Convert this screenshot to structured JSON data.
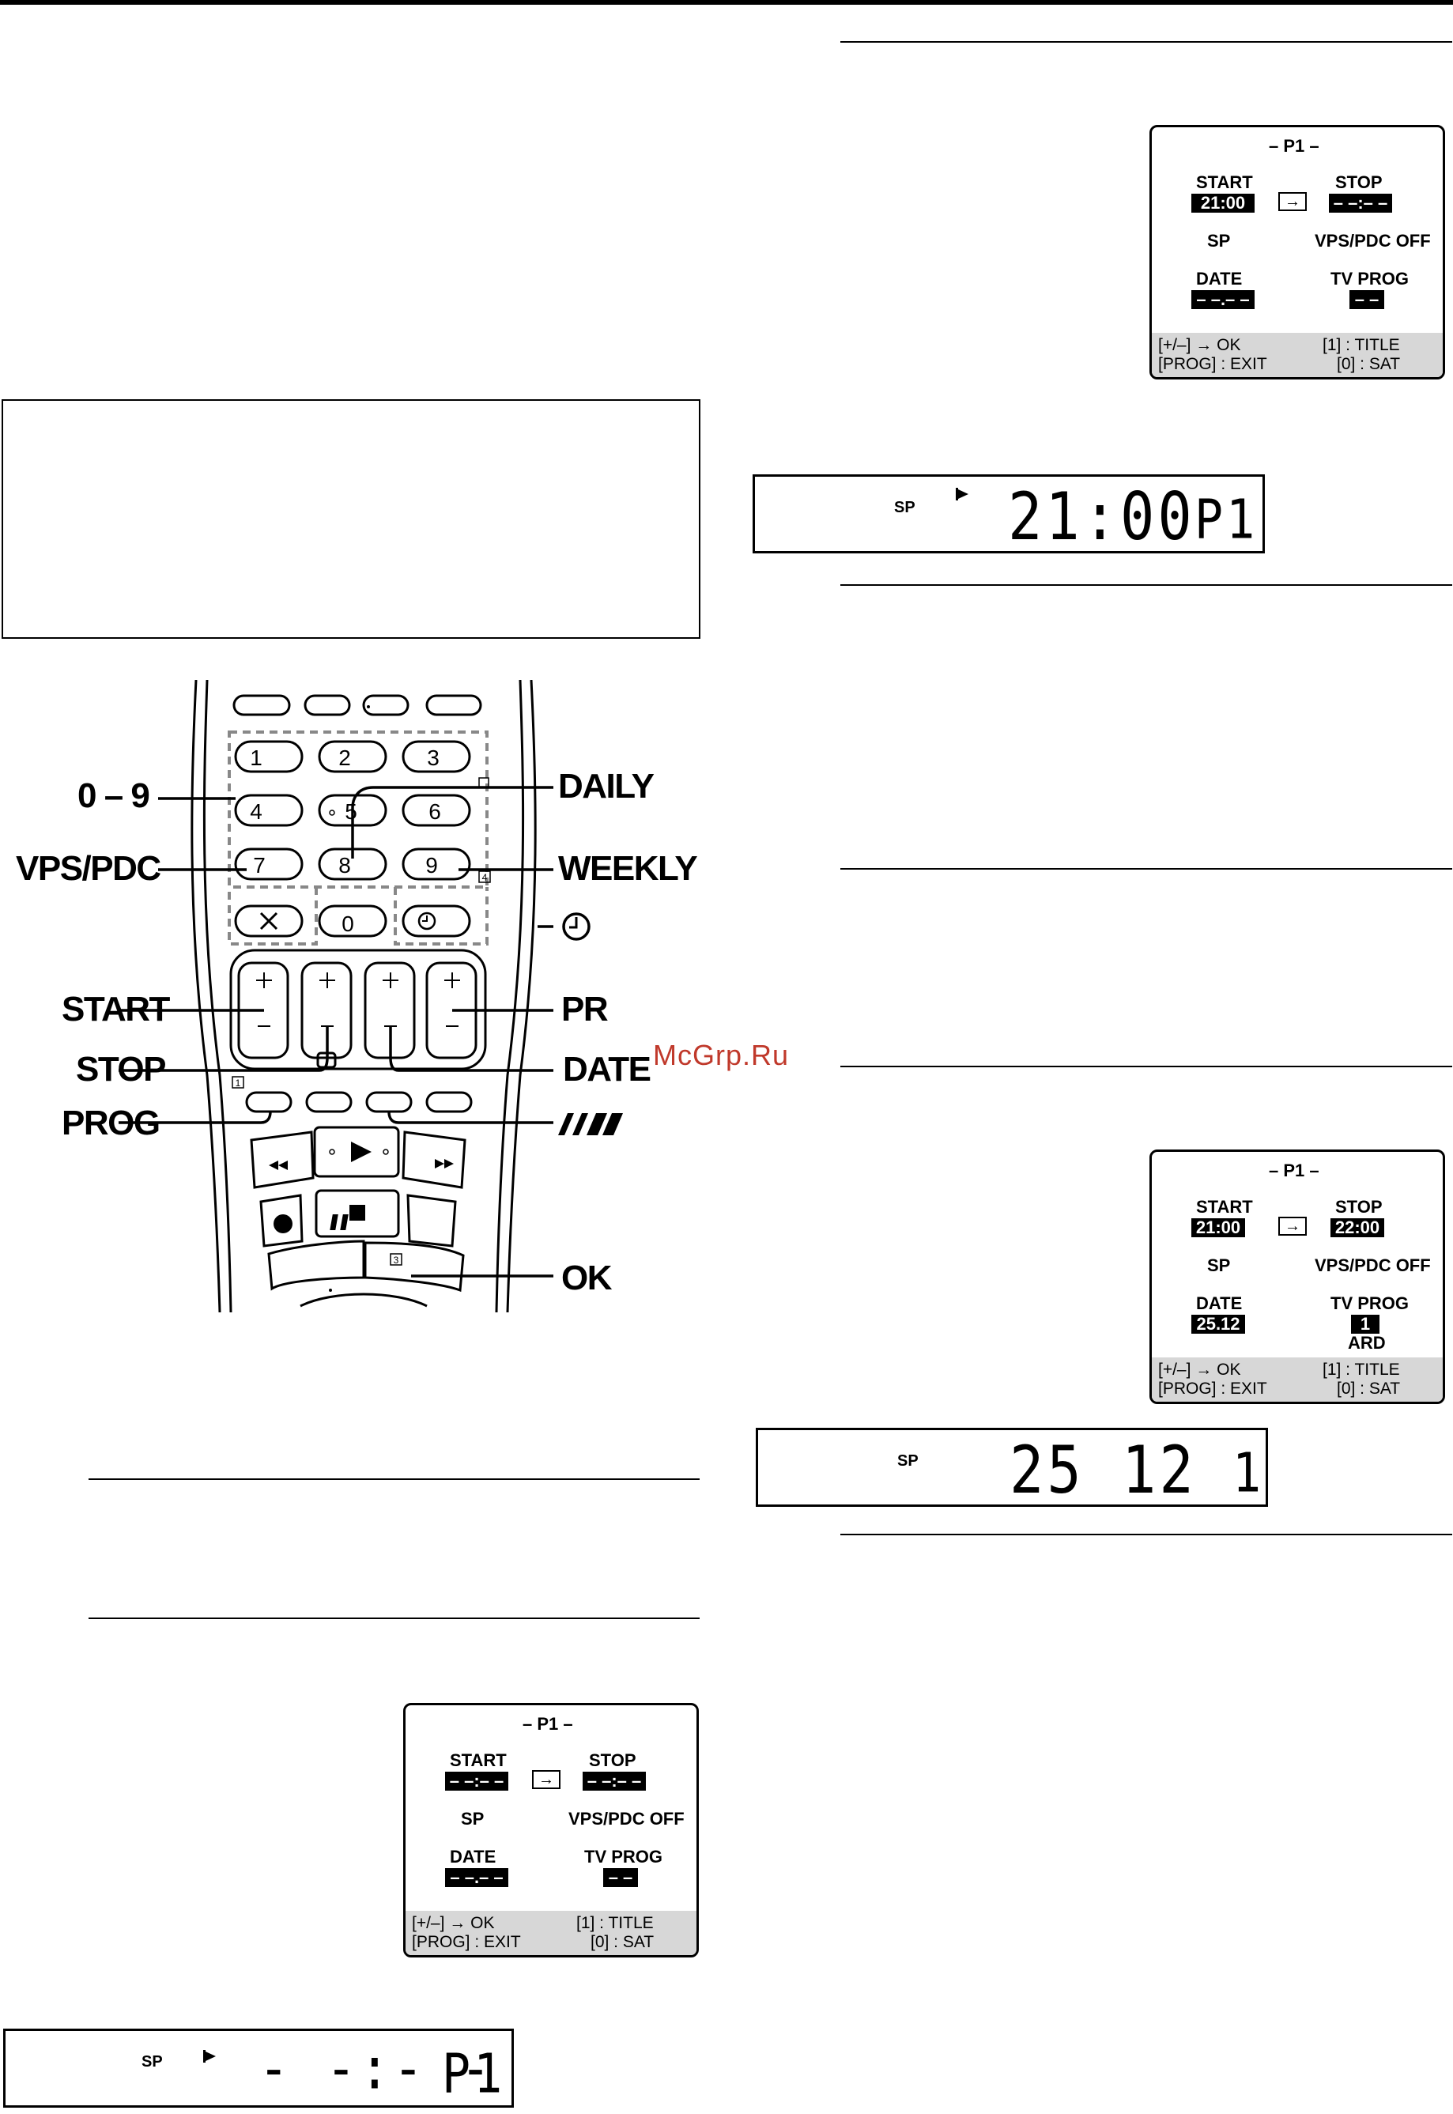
{
  "remote": {
    "labels": {
      "digits": "0 – 9",
      "vps_pdc": "VPS/PDC",
      "start": "START",
      "stop": "STOP",
      "prog": "PROG",
      "daily": "DAILY",
      "weekly": "WEEKLY",
      "pr": "PR",
      "date": "DATE",
      "ok": "OK"
    },
    "keys": [
      "1",
      "2",
      "3",
      "4",
      "5",
      "6",
      "7",
      "8",
      "9",
      "0"
    ],
    "small_marks": {
      "one": "1",
      "three": "3",
      "four": "4"
    },
    "icons": [
      "cancel-icon",
      "timer-icon",
      "clock-icon",
      "rewind-icon",
      "play-icon",
      "fast-forward-icon",
      "record-icon",
      "stop-icon",
      "pause-icon",
      "slash-icon"
    ]
  },
  "watermark": "McGrp.Ru",
  "screens": [
    {
      "title": "– P1 –",
      "start_label": "START",
      "start_value": "– –:– –",
      "stop_label": "STOP",
      "stop_value": "– –:– –",
      "mode": "SP",
      "vps": "VPS/PDC OFF",
      "date_label": "DATE",
      "date_value": "– –.– –",
      "tvprog_label": "TV PROG",
      "tvprog_value": "– –",
      "station": "",
      "foot_l1": "[+/–] → OK",
      "foot_r1": "[1] : TITLE",
      "foot_l2": "[PROG] : EXIT",
      "foot_r2": "[0] : SAT"
    },
    {
      "title": "– P1 –",
      "start_label": "START",
      "start_value": "21:00",
      "stop_label": "STOP",
      "stop_value": "– –:– –",
      "mode": "SP",
      "vps": "VPS/PDC OFF",
      "date_label": "DATE",
      "date_value": "– –.– –",
      "tvprog_label": "TV PROG",
      "tvprog_value": "– –",
      "station": "",
      "foot_l1": "[+/–] → OK",
      "foot_r1": "[1] : TITLE",
      "foot_l2": "[PROG] : EXIT",
      "foot_r2": "[0] : SAT"
    },
    {
      "title": "– P1 –",
      "start_label": "START",
      "start_value": "21:00",
      "stop_label": "STOP",
      "stop_value": "22:00",
      "mode": "SP",
      "vps": "VPS/PDC OFF",
      "date_label": "DATE",
      "date_value": "25.12",
      "tvprog_label": "TV PROG",
      "tvprog_value": "1",
      "station": "ARD",
      "foot_l1": "[+/–] → OK",
      "foot_r1": "[1] : TITLE",
      "foot_l2": "[PROG] : EXIT",
      "foot_r2": "[0] : SAT"
    }
  ],
  "displays": [
    {
      "mode": "SP",
      "timer_icon": "timer-arrow-icon",
      "digits": "- -:- -",
      "prog": "P1"
    },
    {
      "mode": "SP",
      "timer_icon": "timer-arrow-icon",
      "digits": "21:00",
      "prog": "P1"
    },
    {
      "mode": "SP",
      "timer_icon": "",
      "digits": "25 12",
      "prog": "1"
    }
  ]
}
